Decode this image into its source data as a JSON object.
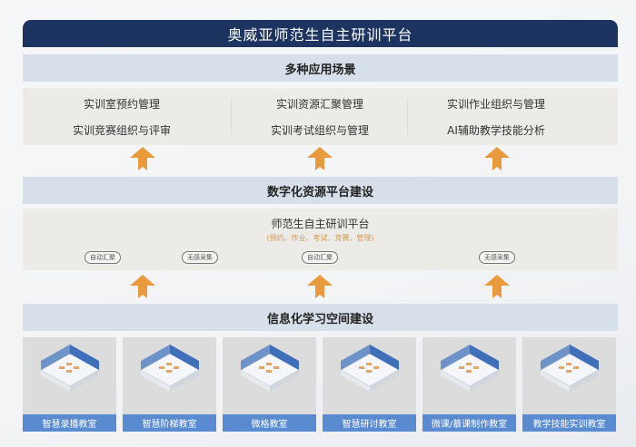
{
  "title": "奥威亚师范生自主研训平台",
  "layers": [
    {
      "header": "多种应用场景",
      "columns": [
        [
          "实训室预约管理",
          "实训竞赛组织与评审"
        ],
        [
          "实训资源汇聚管理",
          "实训考试组织与管理"
        ],
        [
          "实训作业组织与管理",
          "AI辅助教学技能分析"
        ]
      ]
    },
    {
      "header": "数字化资源平台建设",
      "platform": "师范生自主研训平台",
      "platform_sub": "(预约、作业、考试、竞赛、管理)",
      "tags": [
        "自动汇聚",
        "无感采集",
        "自动汇聚",
        "无感采集"
      ]
    },
    {
      "header": "信息化学习空间建设",
      "rooms": [
        "智慧录播教室",
        "智慧阶梯教室",
        "微格教室",
        "智慧研讨教室",
        "微课/慕课制作教室",
        "教学技能实训教室"
      ]
    }
  ],
  "colors": {
    "title_bg": "#1d3461",
    "band_bg": "#d7e0ea",
    "arrow": "#e89a3c",
    "room_label": "#5a8ad0",
    "sub_text": "#d49a55"
  }
}
